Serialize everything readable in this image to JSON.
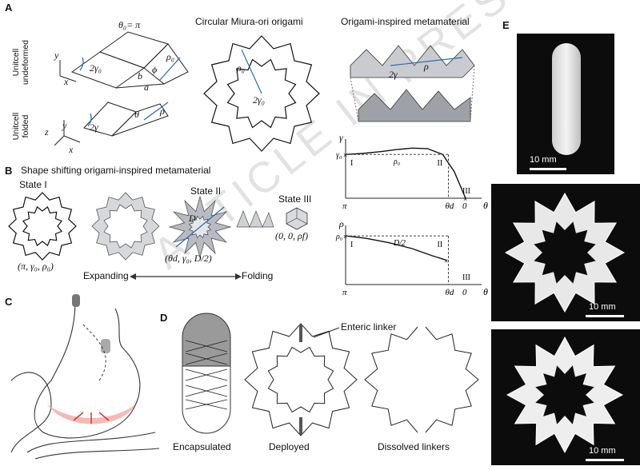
{
  "panels": {
    "A": {
      "letter": "A",
      "titles": [
        "Circular Miura-ori origami",
        "Origami-inspired metamaterial"
      ],
      "row_labels": [
        "Unitcell\nundeformed",
        "Unitcell\nfolded"
      ],
      "theta0": "θ₀= π",
      "symbols": [
        "y",
        "x",
        "z",
        "y",
        "x",
        "2γ₀",
        "2γ",
        "a",
        "b",
        "ϕ",
        "ρ₀",
        "θ",
        "ρ",
        "ρ₀",
        "2γ₀",
        "2γ",
        "ρ"
      ]
    },
    "B": {
      "letter": "B",
      "title": "Shape shifting origami-inspired metamaterial",
      "states": [
        "State I",
        "State II",
        "State III"
      ],
      "state_params": [
        "(π, γ₀, ρ₀)",
        "(θd, γ₀, D/2)",
        "(0, 0, ρf)"
      ],
      "D_label": "D",
      "expanding": "Expanding",
      "folding": "Folding"
    },
    "C": {
      "letter": "C"
    },
    "D": {
      "letter": "D",
      "enteric_linker": "Enteric linker",
      "captions": [
        "Encapsulated",
        "Deployed",
        "Dissolved linkers"
      ]
    },
    "E": {
      "letter": "E",
      "scale": [
        "10 mm",
        "10 mm",
        "10 mm"
      ]
    }
  },
  "chart_data": [
    {
      "type": "line",
      "ylabel": "γ",
      "xlabel": "θ",
      "x_ticks": [
        "π",
        "θd",
        "0"
      ],
      "y_ticks": [
        "γ₀"
      ],
      "annotations": [
        "I",
        "II",
        "III",
        "ρ₀"
      ],
      "series": [
        {
          "x": [
            3.14,
            2.7,
            2.2,
            1.8,
            1.4,
            1.0,
            0.6,
            0.3,
            0.0
          ],
          "y": [
            0.9,
            0.92,
            0.96,
            1.0,
            1.03,
            1.02,
            0.9,
            0.55,
            0.0
          ]
        }
      ]
    },
    {
      "type": "line",
      "ylabel": "ρ",
      "xlabel": "θ",
      "x_ticks": [
        "π",
        "θd",
        "0"
      ],
      "y_ticks": [
        "ρ₀"
      ],
      "annotations": [
        "I",
        "II",
        "III",
        "D/2"
      ],
      "series": [
        {
          "x": [
            3.14,
            2.6,
            2.0,
            1.4,
            0.9,
            0.5
          ],
          "y": [
            1.0,
            0.95,
            0.86,
            0.74,
            0.6,
            0.5
          ]
        }
      ]
    }
  ],
  "watermark": "ARTICLE IN PRESS"
}
